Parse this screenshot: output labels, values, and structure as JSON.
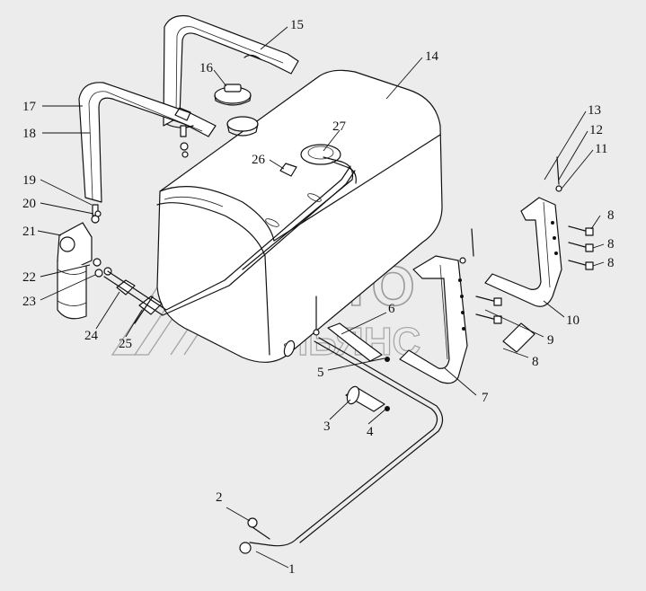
{
  "watermark": {
    "line1": "АВТО",
    "line2": "АЛЬЯНС"
  },
  "callouts": [
    {
      "id": "1",
      "text": "1"
    },
    {
      "id": "2",
      "text": "2"
    },
    {
      "id": "3",
      "text": "3"
    },
    {
      "id": "4",
      "text": "4"
    },
    {
      "id": "5",
      "text": "5"
    },
    {
      "id": "6",
      "text": "6"
    },
    {
      "id": "7",
      "text": "7"
    },
    {
      "id": "8a",
      "text": "8"
    },
    {
      "id": "8b",
      "text": "8"
    },
    {
      "id": "8c",
      "text": "8"
    },
    {
      "id": "8d",
      "text": "8"
    },
    {
      "id": "9",
      "text": "9"
    },
    {
      "id": "10",
      "text": "10"
    },
    {
      "id": "11",
      "text": "11"
    },
    {
      "id": "12",
      "text": "12"
    },
    {
      "id": "13",
      "text": "13"
    },
    {
      "id": "14",
      "text": "14"
    },
    {
      "id": "15",
      "text": "15"
    },
    {
      "id": "16",
      "text": "16"
    },
    {
      "id": "17",
      "text": "17"
    },
    {
      "id": "18",
      "text": "18"
    },
    {
      "id": "19",
      "text": "19"
    },
    {
      "id": "20",
      "text": "20"
    },
    {
      "id": "21",
      "text": "21"
    },
    {
      "id": "22",
      "text": "22"
    },
    {
      "id": "23",
      "text": "23"
    },
    {
      "id": "24",
      "text": "24"
    },
    {
      "id": "25",
      "text": "25"
    },
    {
      "id": "26",
      "text": "26"
    },
    {
      "id": "27",
      "text": "27"
    }
  ]
}
